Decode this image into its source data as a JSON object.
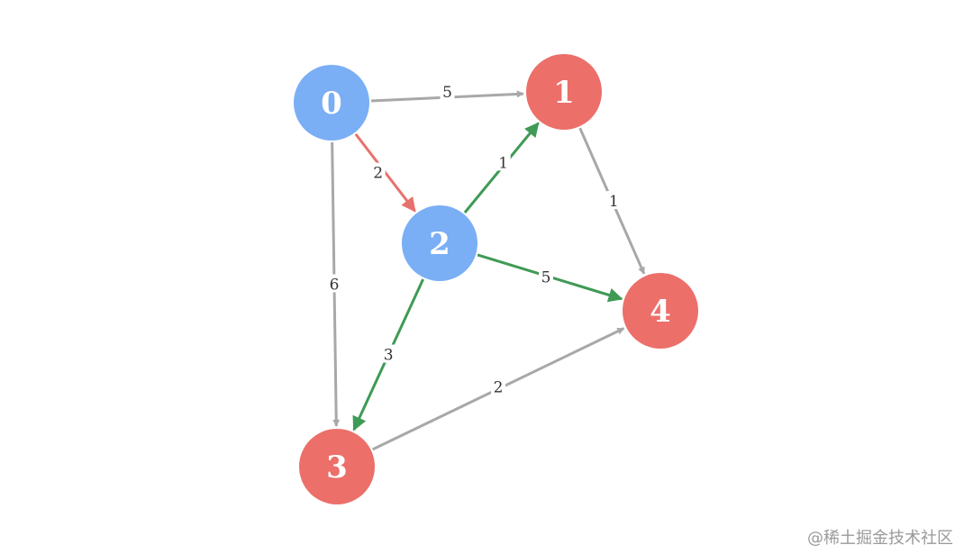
{
  "colors": {
    "visited": "#7aaef5",
    "unvisited": "#ec6f6a",
    "edge_default": "#a8a8a8",
    "edge_selected": "#e7716c",
    "edge_relaxed": "#3f9a55"
  },
  "nodes": [
    {
      "id": "0",
      "label": "0",
      "state": "visited"
    },
    {
      "id": "1",
      "label": "1",
      "state": "unvisited"
    },
    {
      "id": "2",
      "label": "2",
      "state": "visited"
    },
    {
      "id": "3",
      "label": "3",
      "state": "unvisited"
    },
    {
      "id": "4",
      "label": "4",
      "state": "unvisited"
    }
  ],
  "edges": [
    {
      "from": "0",
      "to": "1",
      "weight": "5",
      "state": "default"
    },
    {
      "from": "0",
      "to": "2",
      "weight": "2",
      "state": "selected"
    },
    {
      "from": "0",
      "to": "3",
      "weight": "6",
      "state": "default"
    },
    {
      "from": "2",
      "to": "1",
      "weight": "1",
      "state": "relaxed"
    },
    {
      "from": "2",
      "to": "4",
      "weight": "5",
      "state": "relaxed"
    },
    {
      "from": "2",
      "to": "3",
      "weight": "3",
      "state": "relaxed"
    },
    {
      "from": "1",
      "to": "4",
      "weight": "1",
      "state": "default"
    },
    {
      "from": "3",
      "to": "4",
      "weight": "2",
      "state": "default"
    }
  ],
  "watermark": "@稀土掘金技术社区"
}
